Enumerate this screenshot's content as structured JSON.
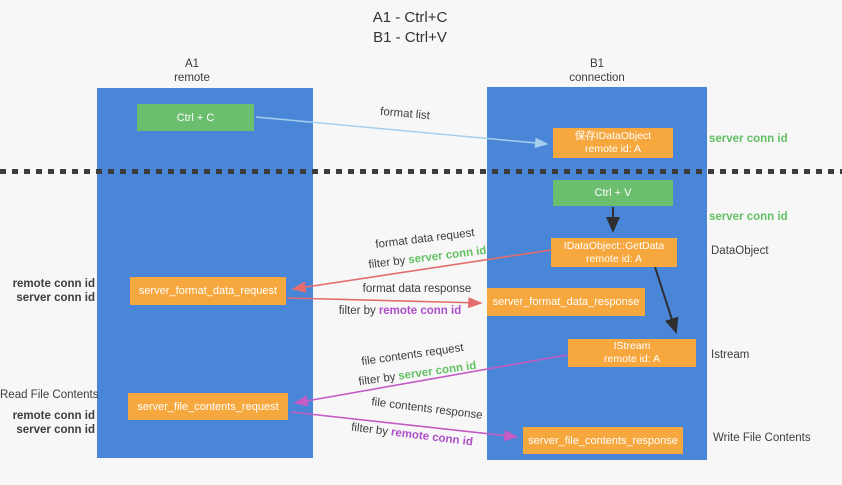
{
  "palette": {
    "background": "#f7f7f8",
    "column_blue": "#4a86d8",
    "box_green": "#6abe6d",
    "box_orange": "#f6a73e",
    "text_green": "#62c062",
    "text_purple": "#ae4fc8",
    "arrow_red": "#e56c6c",
    "arrow_pink": "#c55bc5",
    "arrow_blue": "#a5cfec",
    "arrow_black": "#2e2e2e"
  },
  "title": {
    "line1": "A1 - Ctrl+C",
    "line2": "B1 - Ctrl+V"
  },
  "lanes": {
    "left": {
      "id": "A1",
      "subtitle": "remote"
    },
    "right": {
      "id": "B1",
      "subtitle": "connection"
    }
  },
  "nodes": {
    "ctrl_c": {
      "label": "Ctrl + C"
    },
    "save_dataobject": {
      "line1": "保存IDataObject",
      "line2": "remote id: A"
    },
    "ctrl_v": {
      "label": "Ctrl + V"
    },
    "getdata": {
      "line1": "IDataObject::GetData",
      "line2": "remote id: A"
    },
    "format_request": {
      "label": "server_format_data_request"
    },
    "format_response": {
      "label": "server_format_data_response"
    },
    "istream": {
      "line1": "IStream",
      "line2": "remote id: A"
    },
    "file_request": {
      "label": "server_file_contents_request"
    },
    "file_response": {
      "label": "server_file_contents_response"
    }
  },
  "flow_labels": {
    "format_list": "format list",
    "format_data_request": "format data request",
    "format_data_response": "format data response",
    "file_contents_request": "file contents request",
    "file_contents_response": "file contents response",
    "filter_by": "filter by",
    "server_conn_id": "server conn id",
    "remote_conn_id": "remote conn id"
  },
  "side_labels": {
    "right_server_conn_id_top": "server conn id",
    "right_server_conn_id_mid": "server conn id",
    "dataobject": "DataObject",
    "istream": "Istream",
    "write_file_contents": "Write File Contents",
    "read_file_contents": "Read File Contents",
    "left_remote_conn_id": "remote conn id",
    "left_server_conn_id": "server conn id",
    "bottom_remote_conn_id": "remote conn id",
    "bottom_server_conn_id": "server conn id"
  }
}
